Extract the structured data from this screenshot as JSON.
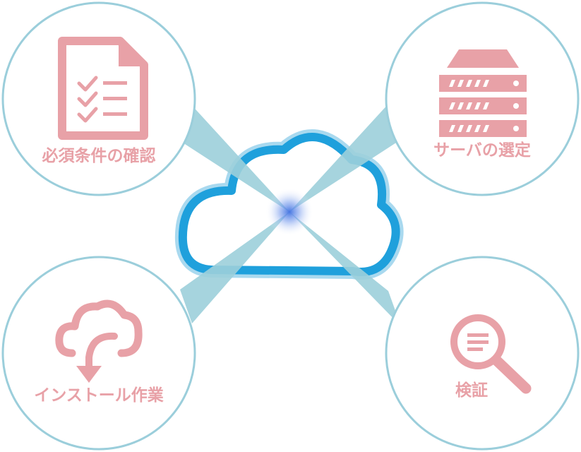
{
  "colors": {
    "accent": "#e8a1a7",
    "circle_stroke": "#9bcedb",
    "beam": "#9ccfda",
    "cloud": "#1fa0dc",
    "cloud_glow": "#a9d9ef",
    "center_glow": "#3d6fe0"
  },
  "nodes": [
    {
      "label": "必須条件の確認",
      "icon": "checklist-document-icon"
    },
    {
      "label": "サーバの選定",
      "icon": "server-rack-icon"
    },
    {
      "label": "インストール作業",
      "icon": "cloud-download-icon"
    },
    {
      "label": "検証",
      "icon": "magnifier-icon"
    }
  ],
  "center": {
    "icon": "cloud-icon"
  }
}
